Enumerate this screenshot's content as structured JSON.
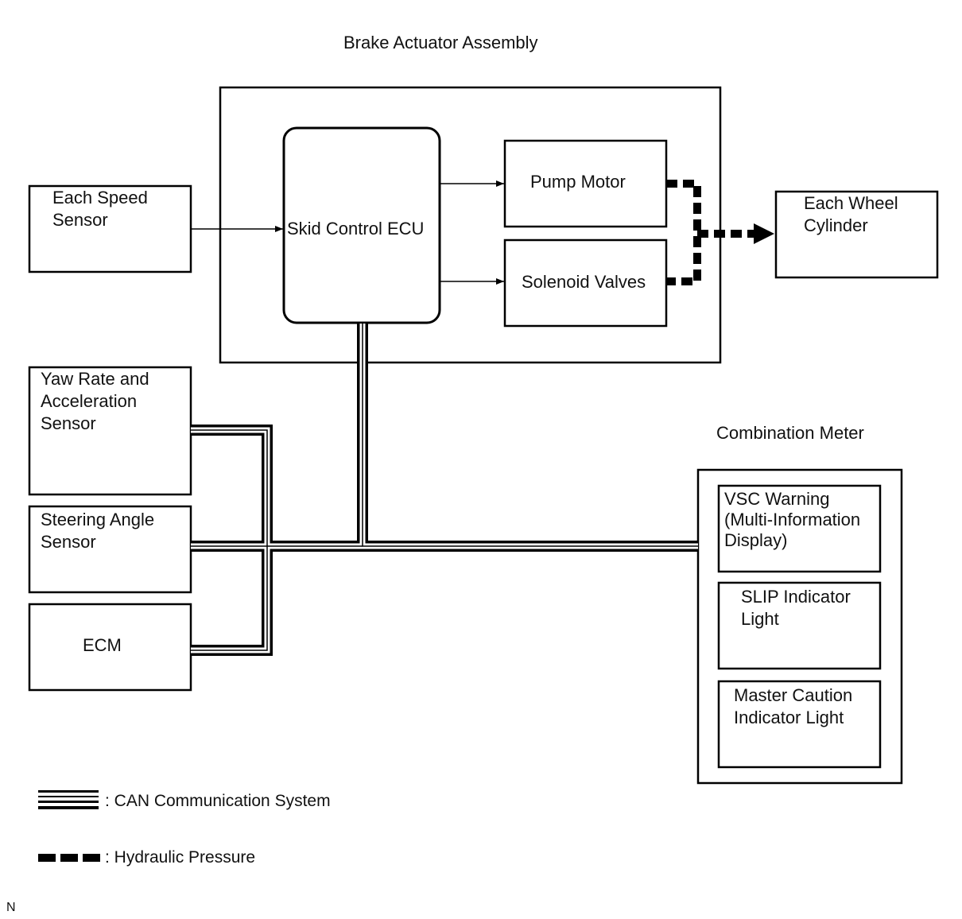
{
  "title": "Brake Actuator Assembly",
  "combination_meter_title": "Combination Meter",
  "blocks": {
    "speed_sensor": "Each Speed\nSensor",
    "skid_ecu": "Skid Control ECU",
    "pump_motor": "Pump Motor",
    "solenoid_valves": "Solenoid Valves",
    "wheel_cylinder": "Each Wheel\nCylinder",
    "yaw_rate_sensor": "Yaw Rate and\nAcceleration\nSensor",
    "steering_sensor": "Steering Angle\nSensor",
    "ecm": "ECM",
    "vsc_warning": "VSC Warning\n(Multi-Information\nDisplay)",
    "slip_indicator": "SLIP Indicator\nLight",
    "master_caution": "Master Caution\nIndicator Light"
  },
  "legend": {
    "can": ": CAN Communication System",
    "hydraulic": ": Hydraulic Pressure"
  },
  "corner_code": "N"
}
